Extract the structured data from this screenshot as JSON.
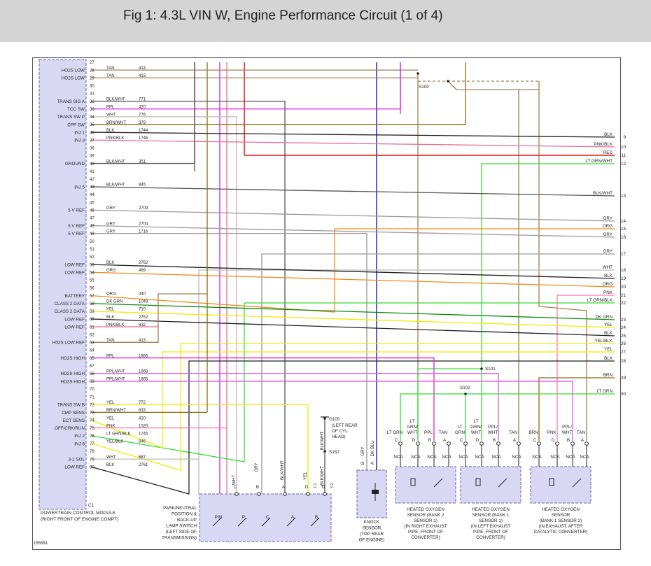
{
  "header": {
    "title": "Fig 1: 4.3L VIN W, Engine Performance Circuit (1 of 4)"
  },
  "pcm": {
    "title": "POWERTRAIN CONTROL MODULE",
    "subtitle": "(RIGHT FRONT OF ENGINE COMPT)",
    "c1": "C1",
    "pins": [
      {
        "pin": "27",
        "label": "",
        "color": "",
        "circuit": "",
        "wire": ""
      },
      {
        "pin": "28",
        "label": "HO2S LOW",
        "color": "TAN",
        "circuit": "413",
        "wire": "#a08050"
      },
      {
        "pin": "29",
        "label": "HO2S LOW",
        "color": "TAN",
        "circuit": "413",
        "wire": "#a08050"
      },
      {
        "pin": "30",
        "label": "",
        "color": "",
        "circuit": "",
        "wire": ""
      },
      {
        "pin": "31",
        "label": "",
        "color": "",
        "circuit": "",
        "wire": ""
      },
      {
        "pin": "32",
        "label": "TRANS SIG A",
        "color": "BLK/WHT",
        "circuit": "771",
        "wire": "#555555"
      },
      {
        "pin": "33",
        "label": "TCC SW",
        "color": "PPL",
        "circuit": "420",
        "wire": "#dd22dd"
      },
      {
        "pin": "34",
        "label": "TRANS SW P",
        "color": "WHT",
        "circuit": "776",
        "wire": "#bbbbbb"
      },
      {
        "pin": "35",
        "label": "CPP SW",
        "color": "BRN/WHT",
        "circuit": "379",
        "wire": "#8b6914"
      },
      {
        "pin": "36",
        "label": "INJ 1",
        "color": "BLK",
        "circuit": "1744",
        "wire": "#222222"
      },
      {
        "pin": "37",
        "label": "INJ 3",
        "color": "PNK/BLK",
        "circuit": "1746",
        "wire": "#e87090"
      },
      {
        "pin": "38",
        "label": "",
        "color": "",
        "circuit": "",
        "wire": ""
      },
      {
        "pin": "39",
        "label": "",
        "color": "",
        "circuit": "",
        "wire": ""
      },
      {
        "pin": "40",
        "label": "GROUND",
        "color": "BLK/WHT",
        "circuit": "351",
        "wire": "#555555"
      },
      {
        "pin": "41",
        "label": "",
        "color": "",
        "circuit": "",
        "wire": ""
      },
      {
        "pin": "42",
        "label": "",
        "color": "",
        "circuit": "",
        "wire": ""
      },
      {
        "pin": "43",
        "label": "INJ 5",
        "color": "BLK/WHT",
        "circuit": "845",
        "wire": "#555555"
      },
      {
        "pin": "44",
        "label": "",
        "color": "",
        "circuit": "",
        "wire": ""
      },
      {
        "pin": "45",
        "label": "",
        "color": "",
        "circuit": "",
        "wire": ""
      },
      {
        "pin": "46",
        "label": "5 V REF",
        "color": "GRY",
        "circuit": "2709",
        "wire": "#999999"
      },
      {
        "pin": "47",
        "label": "",
        "color": "",
        "circuit": "",
        "wire": ""
      },
      {
        "pin": "48",
        "label": "5 V REF",
        "color": "GRY",
        "circuit": "2704",
        "wire": "#999999"
      },
      {
        "pin": "49",
        "label": "5 V REF",
        "color": "GRY",
        "circuit": "1716",
        "wire": "#999999"
      },
      {
        "pin": "50",
        "label": "",
        "color": "",
        "circuit": "",
        "wire": ""
      },
      {
        "pin": "51",
        "label": "",
        "color": "",
        "circuit": "",
        "wire": ""
      },
      {
        "pin": "52",
        "label": "",
        "color": "",
        "circuit": "",
        "wire": ""
      },
      {
        "pin": "53",
        "label": "LOW REF",
        "color": "BLK",
        "circuit": "2762",
        "wire": "#222222"
      },
      {
        "pin": "54",
        "label": "LOW REF",
        "color": "ORG",
        "circuit": "469",
        "wire": "#f08c1e"
      },
      {
        "pin": "55",
        "label": "",
        "color": "",
        "circuit": "",
        "wire": ""
      },
      {
        "pin": "56",
        "label": "",
        "color": "",
        "circuit": "",
        "wire": ""
      },
      {
        "pin": "57",
        "label": "BATTERY",
        "color": "ORG",
        "circuit": "440",
        "wire": "#f08c1e"
      },
      {
        "pin": "58",
        "label": "CLASS 2 DATA",
        "color": "DK GRN",
        "circuit": "1049",
        "wire": "#118811"
      },
      {
        "pin": "59",
        "label": "CLASS 2 DATA",
        "color": "YEL",
        "circuit": "710",
        "wire": "#eeee00"
      },
      {
        "pin": "60",
        "label": "LOW REF",
        "color": "BLK",
        "circuit": "2752",
        "wire": "#222222"
      },
      {
        "pin": "61",
        "label": "LOW REF",
        "color": "PNK/BLK",
        "circuit": "632",
        "wire": "#e87090"
      },
      {
        "pin": "62",
        "label": "",
        "color": "",
        "circuit": "",
        "wire": ""
      },
      {
        "pin": "63",
        "label": "H02S LOW REF",
        "color": "TAN",
        "circuit": "413",
        "wire": "#a08050"
      },
      {
        "pin": "64",
        "label": "",
        "color": "",
        "circuit": "",
        "wire": ""
      },
      {
        "pin": "65",
        "label": "HO2S HIGH",
        "color": "PPL",
        "circuit": "1666",
        "wire": "#dd22dd"
      },
      {
        "pin": "67",
        "label": "",
        "color": "",
        "circuit": "",
        "wire": ""
      },
      {
        "pin": "68",
        "label": "HO2S HIGH",
        "color": "PPL/WHT",
        "circuit": "1668",
        "wire": "#dd55dd"
      },
      {
        "pin": "69",
        "label": "HO2S HIGH",
        "color": "PPL/WHT",
        "circuit": "1665",
        "wire": "#dd55dd"
      },
      {
        "pin": "70",
        "label": "",
        "color": "",
        "circuit": "",
        "wire": ""
      },
      {
        "pin": "71",
        "label": "",
        "color": "",
        "circuit": "",
        "wire": ""
      },
      {
        "pin": "72",
        "label": "TRANS SW B",
        "color": "YEL",
        "circuit": "772",
        "wire": "#eeee00"
      },
      {
        "pin": "73",
        "label": "CMP SENS",
        "color": "BRN/WHT",
        "circuit": "633",
        "wire": "#8b6914"
      },
      {
        "pin": "74",
        "label": "ECT SENS",
        "color": "YEL",
        "circuit": "410",
        "wire": "#eeee00"
      },
      {
        "pin": "75",
        "label": "OFF/CRK/RUN",
        "color": "PNK",
        "circuit": "1020",
        "wire": "#ff77aa"
      },
      {
        "pin": "76",
        "label": "INJ 2",
        "color": "LT GRN/BLK",
        "circuit": "1745",
        "wire": "#33dd33"
      },
      {
        "pin": "77",
        "label": "INJ 6",
        "color": "YEL/BLK",
        "circuit": "846",
        "wire": "#eeee00"
      },
      {
        "pin": "78",
        "label": "",
        "color": "",
        "circuit": "",
        "wire": ""
      },
      {
        "pin": "79",
        "label": "3-2 SOL",
        "color": "WHT",
        "circuit": "687",
        "wire": "#bbbbbb"
      },
      {
        "pin": "80",
        "label": "LOW REF",
        "color": "BLK",
        "circuit": "2761",
        "wire": "#222222"
      }
    ]
  },
  "right_connectors": [
    {
      "num": "9",
      "color": "BLK",
      "wire": "#222222"
    },
    {
      "num": "10",
      "color": "PNK/BLK",
      "wire": "#e87090"
    },
    {
      "num": "11",
      "color": "RED",
      "wire": "#ee1111"
    },
    {
      "num": "12",
      "color": "LT GRN/WHT",
      "wire": "#33dd33"
    },
    {
      "num": "13",
      "color": "BLK/WHT",
      "wire": "#555555"
    },
    {
      "num": "14",
      "color": "GRY",
      "wire": "#999999"
    },
    {
      "num": "15",
      "color": "ORG",
      "wire": "#f08c1e"
    },
    {
      "num": "16",
      "color": "GRY",
      "wire": "#999999"
    },
    {
      "num": "17",
      "color": "GRY",
      "wire": "#999999"
    },
    {
      "num": "18",
      "color": "WHT",
      "wire": "#bbbbbb"
    },
    {
      "num": "19",
      "color": "BLK",
      "wire": "#222222"
    },
    {
      "num": "20",
      "color": "ORG",
      "wire": "#f08c1e"
    },
    {
      "num": "21",
      "color": "PNK",
      "wire": "#ff77aa"
    },
    {
      "num": "22",
      "color": "LT GRN/BLK",
      "wire": "#33dd33"
    },
    {
      "num": "23",
      "color": "DK GRN",
      "wire": "#118811"
    },
    {
      "num": "24",
      "color": "YEL",
      "wire": "#eeee00"
    },
    {
      "num": "25",
      "color": "BLK",
      "wire": "#222222"
    },
    {
      "num": "26",
      "color": "YEL/BLK",
      "wire": "#eeee00"
    },
    {
      "num": "27",
      "color": "YEL",
      "wire": "#eeee00"
    },
    {
      "num": "28",
      "color": "BLK",
      "wire": "#222222"
    },
    {
      "num": "29",
      "color": "BRN",
      "wire": "#8b6914"
    },
    {
      "num": "30",
      "color": "LT GRN",
      "wire": "#33dd33"
    }
  ],
  "splices": {
    "s100": "S100",
    "s101": "S101",
    "s102": "S102",
    "s152": "S152",
    "g105": "G105"
  },
  "ground_note": [
    "(LEFT REAR",
    "OF CYL",
    "HEAD)"
  ],
  "ground_wire": "BLK/WHT",
  "switch": {
    "caption": [
      "PARK/NEUTRAL",
      "POSITION &",
      "BACK-UP",
      "LAMP SWITCH",
      "(LEFT SIDE OF",
      "TRANSMISSION)"
    ],
    "positions": [
      "P/N",
      "P",
      "C",
      "A",
      "B"
    ],
    "pins": [
      {
        "letter": "C",
        "color": "WHT"
      },
      {
        "letter": "B",
        "color": "GRY"
      },
      {
        "letter": "A",
        "color": "BLK/WHT"
      },
      {
        "letter": "D",
        "color": "YEL"
      },
      {
        "letter": "D",
        "color": "BLK/WHT"
      }
    ],
    "connector_codes": [
      "C1",
      "C2"
    ]
  },
  "knock_sensor": {
    "caption": [
      "KNOCK",
      "SENSOR",
      "(TOP REAR",
      "OF ENGINE)"
    ],
    "pins": [
      {
        "letter": "B",
        "color": "GRY"
      },
      {
        "letter": "A",
        "color": "DK BLU"
      }
    ]
  },
  "o2_sensors": [
    {
      "caption": [
        "HEATED OXYGEN",
        "SENSOR (BANK 2",
        "SENSOR 1)",
        "(IN RIGHT EXHAUST",
        "PIPE, FRONT OF",
        "CONVERTER)"
      ],
      "wires": [
        [
          "LT GRN"
        ],
        [
          "LT",
          "GRN/",
          "WHT"
        ],
        [
          "PPL"
        ],
        [
          "TAN"
        ]
      ],
      "pins": [
        "C",
        "D",
        "B",
        "A"
      ],
      "nca": [
        "NCA",
        "NCA",
        "NCA",
        "NCA"
      ]
    },
    {
      "caption": [
        "HEATED OXYGEN",
        "SENSOR (BANK 1",
        "SENSOR 1)",
        "(IN LEFT EXHAUST",
        "PIPE, FRONT OF",
        "CONVERTER)"
      ],
      "wires": [
        [
          "LT",
          "GRN"
        ],
        [
          "LT",
          "GRN/",
          "WHT"
        ],
        [
          "PPL/",
          "WHT"
        ],
        [
          "TAN"
        ]
      ],
      "pins": [
        "C",
        "D",
        "B",
        "A"
      ],
      "nca": [
        "NCA",
        "NCA",
        "NCA",
        "NCA"
      ]
    },
    {
      "caption": [
        "HEATED OXYGEN",
        "SENSOR",
        "(BANK 1 SENSOR 2)",
        "(IN EXHAUST, AFTER",
        "CATALYTIC CONVERTER)"
      ],
      "wires": [
        [
          "BRN"
        ],
        [
          "PNK"
        ],
        [
          "PPL/",
          "WHT"
        ],
        [
          "TAN"
        ]
      ],
      "pins": [
        "C",
        "D",
        "B",
        "A"
      ],
      "nca": [
        "NCA",
        "NCA",
        "NCA",
        "NCA"
      ]
    }
  ],
  "figure_id": "155591",
  "colors": {
    "header_bg": "#d4d4d4",
    "frame": "#555555",
    "pcm_border": "#6666aa",
    "red": "#ee1111",
    "blue": "#2233aa"
  }
}
